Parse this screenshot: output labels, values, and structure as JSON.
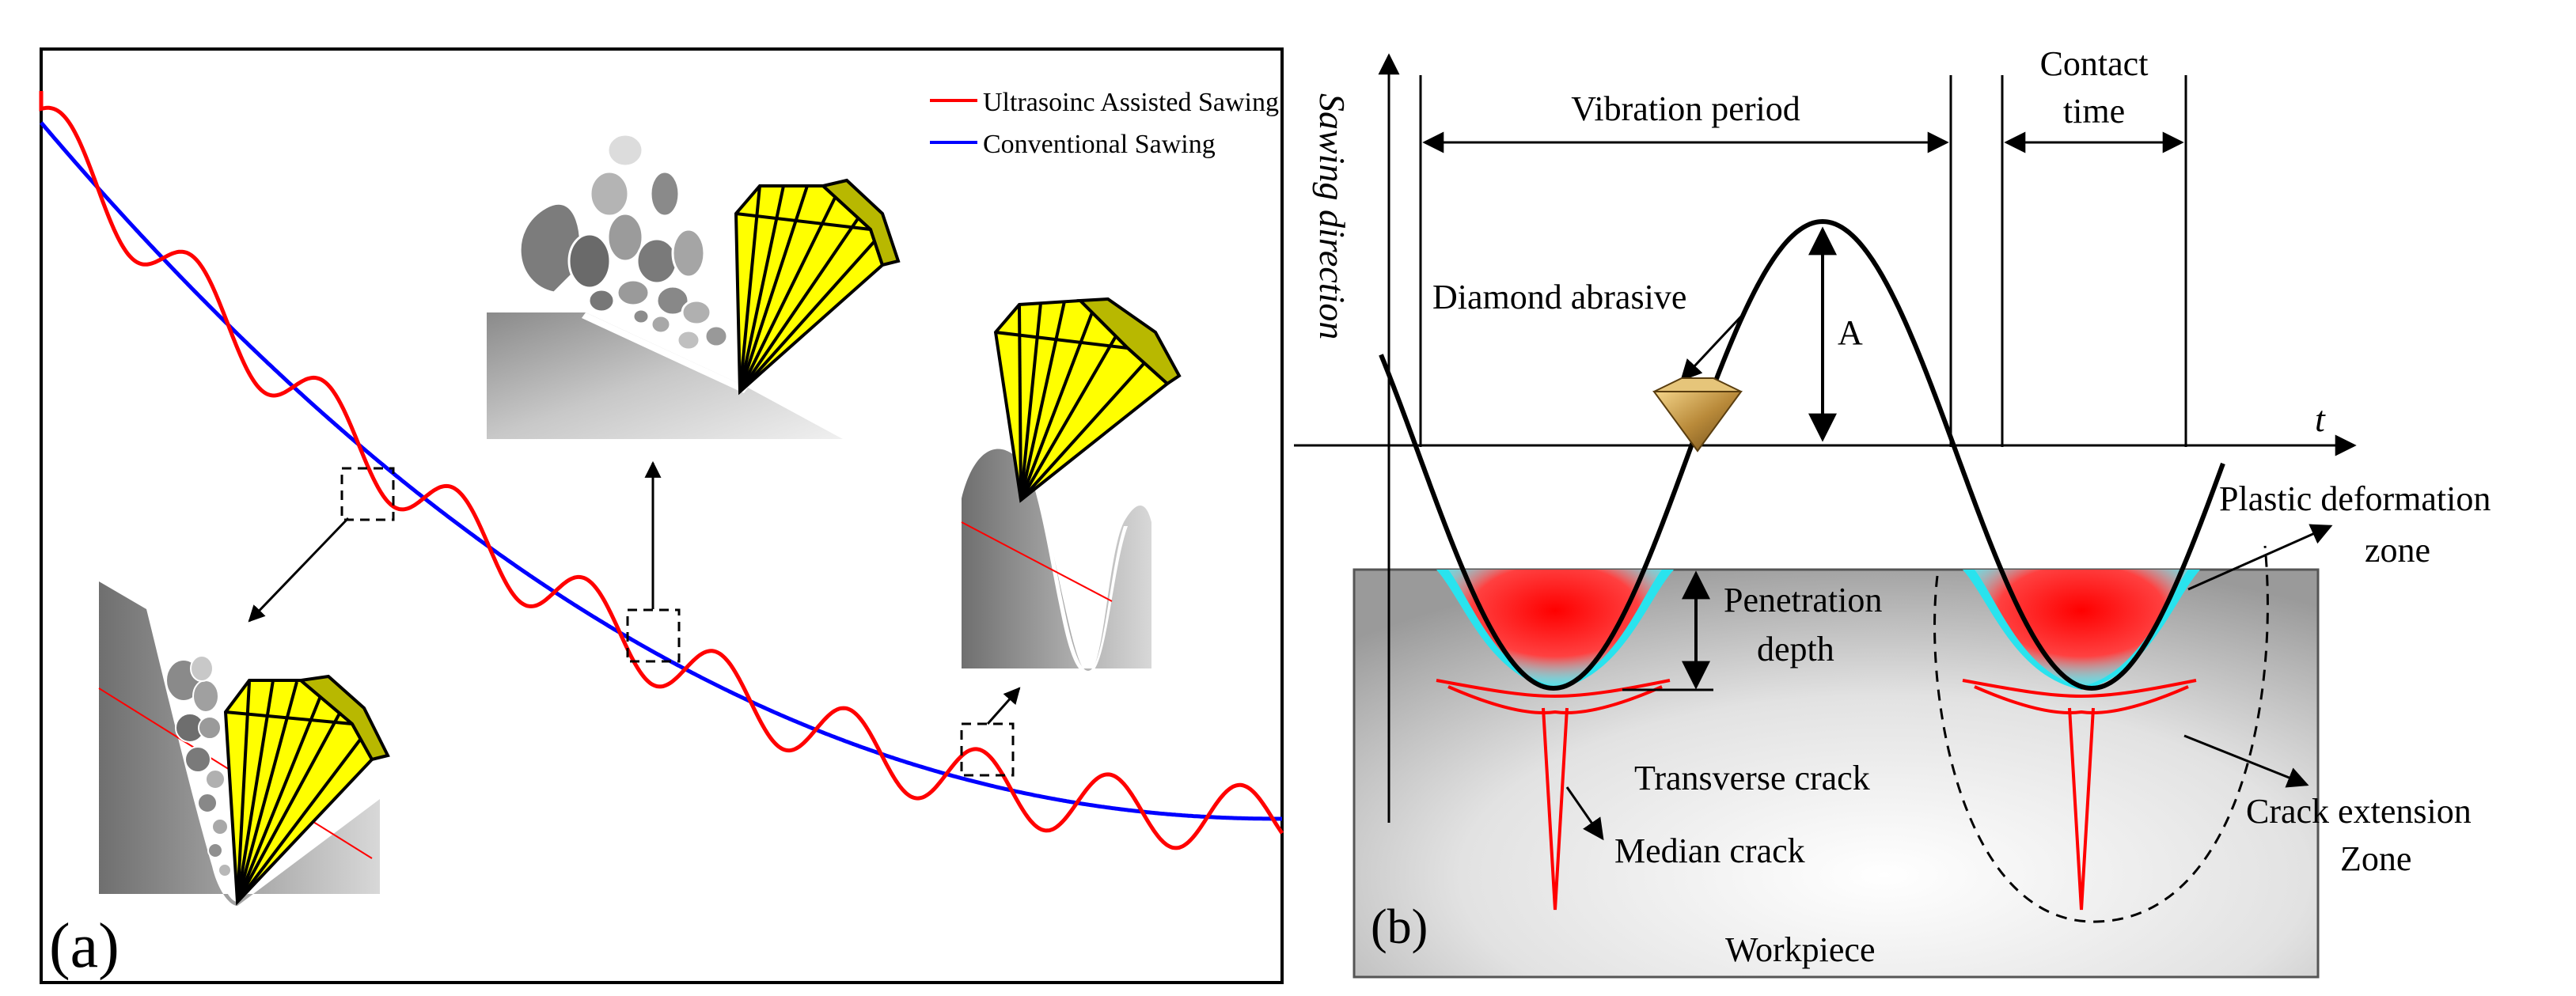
{
  "panel_a": {
    "label": "(a)",
    "legend": {
      "ultrasonic": "Ultrasoinc Assisted Sawing",
      "conventional": "Conventional Sawing"
    },
    "colors": {
      "ultrasonic": "#ff0000",
      "conventional": "#0000ff",
      "diamond": "#ffff00"
    }
  },
  "panel_b": {
    "label": "(b)",
    "axis_y": "Sawing direction",
    "axis_x": "t",
    "vibration_period": "Vibration period",
    "contact_time_line1": "Contact",
    "contact_time_line2": "time",
    "diamond_abrasive": "Diamond abrasive",
    "amplitude": "A",
    "plastic_line1": "Plastic deformation",
    "plastic_line2": "zone",
    "penetration_line1": "Penetration",
    "penetration_line2": "depth",
    "transverse_crack": "Transverse crack",
    "median_crack": "Median crack",
    "crack_ext_line1": "Crack extension",
    "crack_ext_line2": "Zone",
    "workpiece": "Workpiece",
    "colors": {
      "plastic_zone": "#29e3ee",
      "penetration_zone": "#ff2020",
      "crack": "#ff0000"
    }
  }
}
